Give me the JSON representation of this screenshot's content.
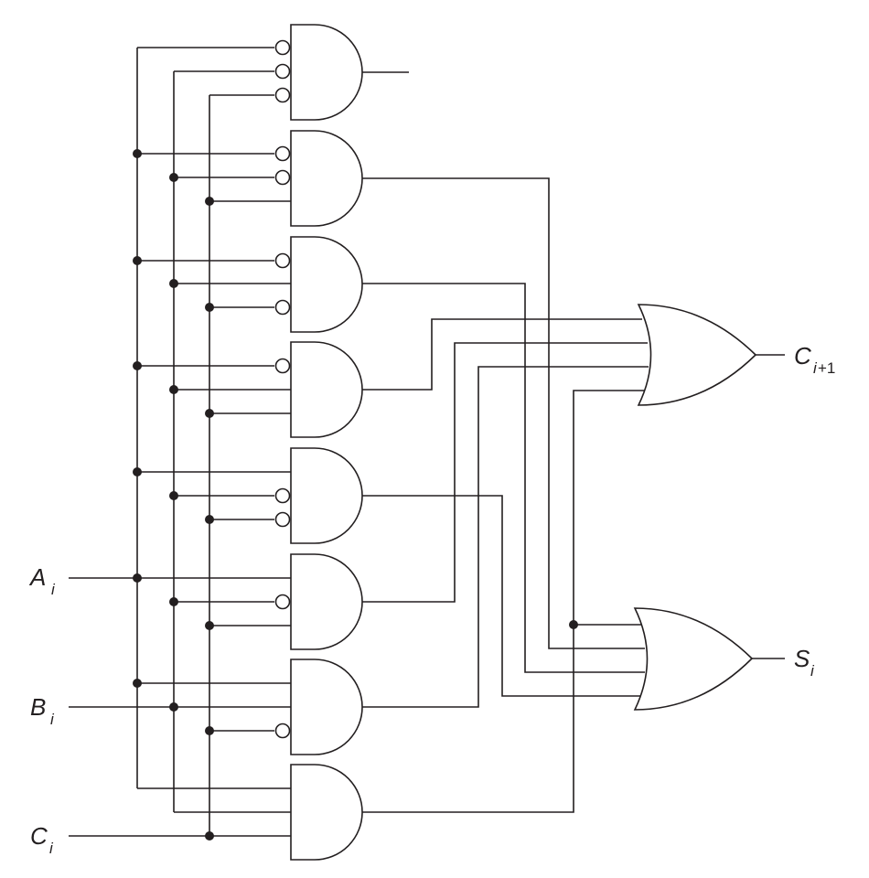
{
  "labels": {
    "a": {
      "main": "A",
      "sub": "i"
    },
    "b": {
      "main": "B",
      "sub": "i"
    },
    "c": {
      "main": "C",
      "sub": "i"
    },
    "cout": {
      "main": "C",
      "sub": "i",
      "sub2": "+1"
    },
    "sum": {
      "main": "S",
      "sub": "i"
    }
  }
}
